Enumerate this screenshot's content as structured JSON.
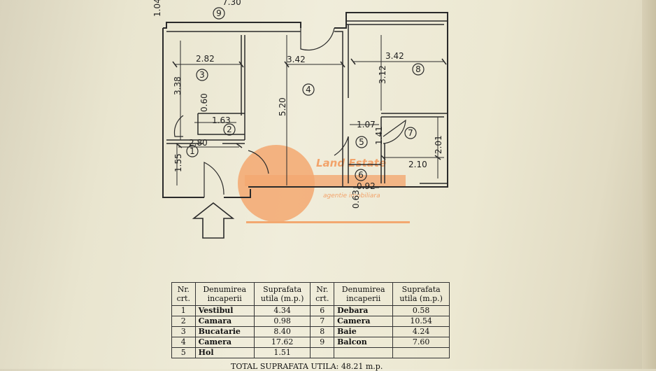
{
  "plan": {
    "dimensions": {
      "top_left": "1.04",
      "top_total": "7.30",
      "room3_width": "2.82",
      "room3_height": "3.38",
      "room2_depth": "0.60",
      "room2_width": "1.63",
      "room1_width": "2.80",
      "room1_height": "1.55",
      "room4_width": "3.42",
      "room4_length": "5.20",
      "room8_width": "3.42",
      "room8_height": "3.12",
      "room5_width": "1.07",
      "room5_height": "1.41",
      "room7_width": "2.10",
      "room7_height": "2.01",
      "room6_width": "0.92",
      "room6_depth": "0.63"
    },
    "room_numbers": [
      "1",
      "2",
      "3",
      "4",
      "5",
      "6",
      "7",
      "8",
      "9"
    ],
    "watermark": {
      "brand": "Land Estate",
      "subtitle": "agentie imobiliara"
    }
  },
  "table": {
    "headers": [
      "Nr. crt.",
      "Denumirea incaperii",
      "Suprafata utila (m.p.)",
      "Nr. crt.",
      "Denumirea incaperii",
      "Suprafata utila (m.p.)"
    ],
    "rows": [
      [
        "1",
        "Vestibul",
        "4.34",
        "6",
        "Debara",
        "0.58"
      ],
      [
        "2",
        "Camara",
        "0.98",
        "7",
        "Camera",
        "10.54"
      ],
      [
        "3",
        "Bucatarie",
        "8.40",
        "8",
        "Baie",
        "4.24"
      ],
      [
        "4",
        "Camera",
        "17.62",
        "9",
        "Balcon",
        "7.60"
      ],
      [
        "5",
        "Hol",
        "1.51",
        "",
        "",
        ""
      ]
    ],
    "total": "TOTAL SUPRAFATA UTILA: 48.21 m.p."
  }
}
